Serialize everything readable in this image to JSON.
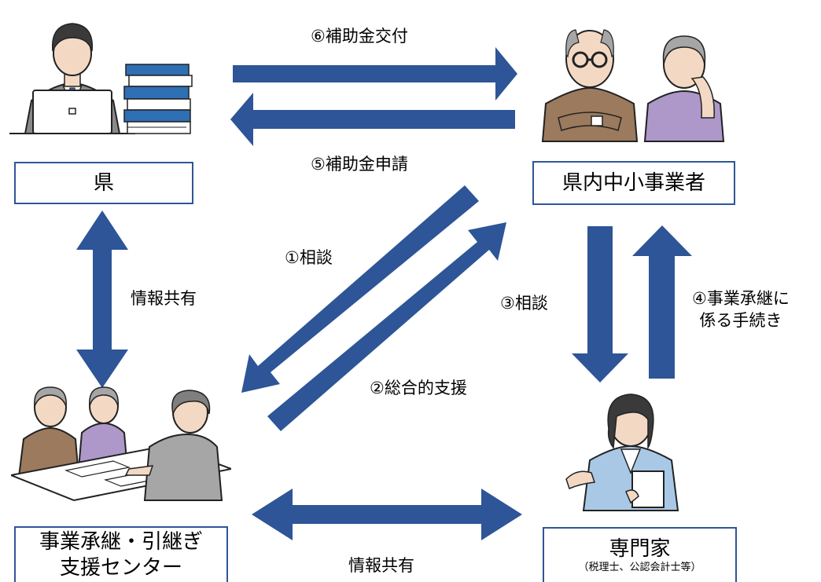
{
  "colors": {
    "arrow": "#2d5597",
    "box_border": "#2f5597",
    "skin": "#f3d9c4",
    "hair_dark": "#3a3a3a",
    "hair_gray": "#a6a6a6",
    "shirt_brown": "#9c7a5e",
    "shirt_purple": "#ae97c9",
    "shirt_blue": "#a8c8e6",
    "shirt_gray": "#a6a6a6",
    "book_blue": "#2f6fb3"
  },
  "boxes": {
    "prefecture": "県",
    "smes": "県内中小事業者",
    "center_line1": "事業承継・引継ぎ",
    "center_line2": "支援センター",
    "expert": "専門家",
    "expert_note": "（税理士、公認会計士等）"
  },
  "labels": {
    "subsidy_grant": "⑥補助金交付",
    "subsidy_application": "⑤補助金申請",
    "consult1": "①相談",
    "support2": "②総合的支援",
    "consult3": "③相談",
    "procedure4_line1": "④事業承継に",
    "procedure4_line2": "係る手続き",
    "info_share_left": "情報共有",
    "info_share_bottom": "情報共有"
  },
  "icons": {
    "prefecture": "official-at-laptop-icon",
    "smes": "elderly-couple-icon",
    "center": "consultation-meeting-icon",
    "expert": "expert-woman-icon"
  }
}
